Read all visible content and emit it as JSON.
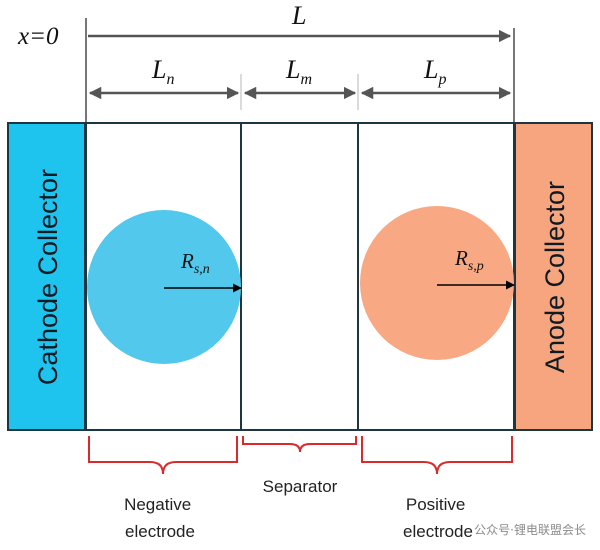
{
  "labels": {
    "origin": "x=0",
    "total_length": "L",
    "negative_length": "L",
    "negative_length_sub": "n",
    "separator_length": "L",
    "separator_length_sub": "m",
    "positive_length": "L",
    "positive_length_sub": "p",
    "cathode_collector": "Cathode Collector",
    "anode_collector": "Anode Collector",
    "negative_radius": "R",
    "negative_radius_sub": "s,n",
    "positive_radius": "R",
    "positive_radius_sub": "s,p",
    "negative_electrode_line1": "Negative",
    "negative_electrode_line2": "electrode",
    "separator": "Separator",
    "positive_electrode_line1": "Positive",
    "positive_electrode_line2": "electrode"
  },
  "watermark": "公众号·锂电联盟会长",
  "colors": {
    "cathode_collector": "#1ec4ee",
    "anode_collector": "#f6a57e",
    "negative_particle": "#51c8ec",
    "positive_particle": "#f8a983",
    "bracket": "#d92b2b",
    "arrow": "#555555",
    "border": "#1c3642"
  }
}
